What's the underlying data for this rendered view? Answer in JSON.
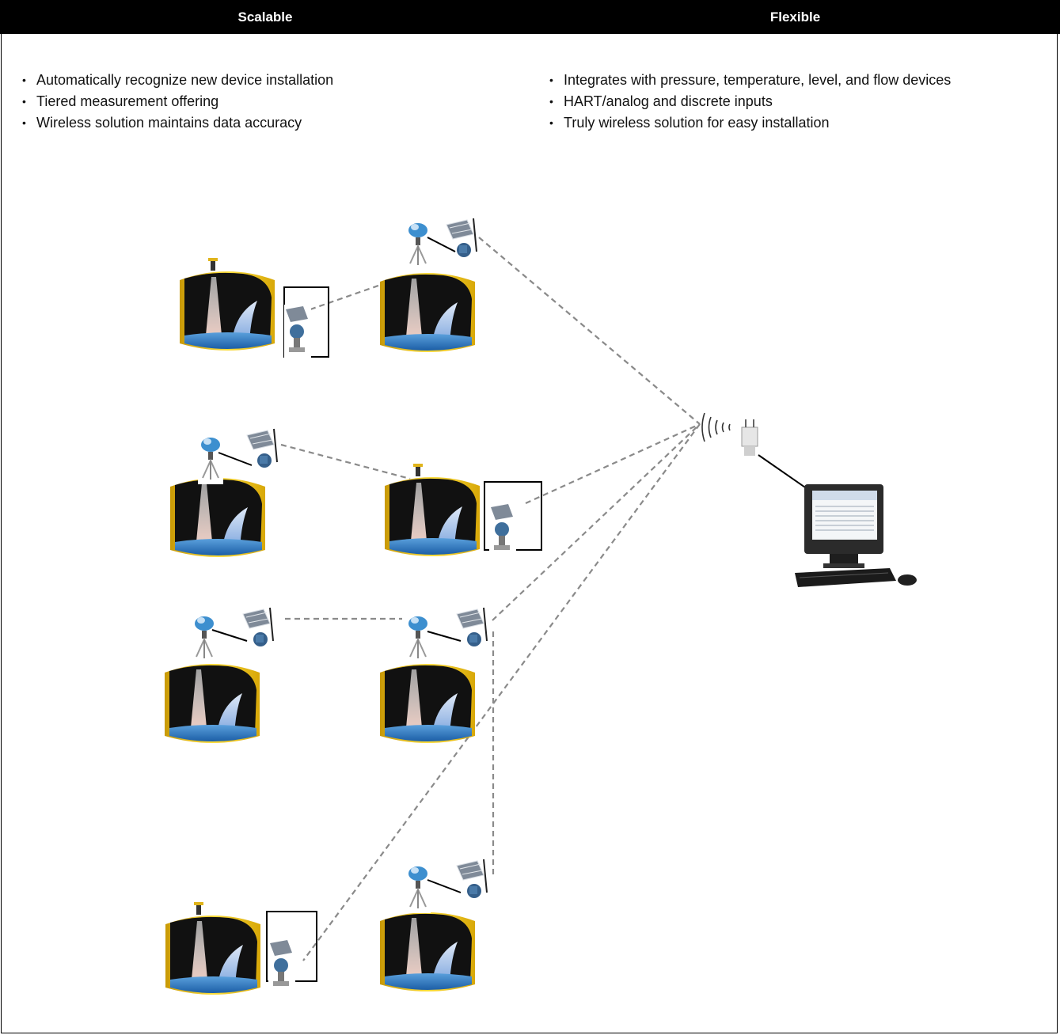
{
  "header": {
    "left_title": "Scalable",
    "right_title": "Flexible"
  },
  "left_bullets": [
    "Automatically recognize new device installation",
    "Tiered measurement offering",
    "Wireless solution maintains data accuracy"
  ],
  "right_bullets": [
    "Integrates with pressure, temperature, level, and flow devices",
    "HART/analog and discrete inputs",
    "Truly wireless solution for easy installation"
  ],
  "colors": {
    "header_bg": "#000000",
    "tank_body": "#111111",
    "tank_rim": "#f2c417",
    "radar_beam": "#f4d2c8",
    "liquid_flow": "#8fb4e6",
    "liquid_pool": "#3a86c8",
    "wireless_link": "#888888"
  },
  "icons": [
    "tank-icon",
    "radar-transmitter-icon",
    "solar-panel-icon",
    "wireless-transmitter-icon",
    "gateway-icon",
    "computer-workstation-icon"
  ]
}
